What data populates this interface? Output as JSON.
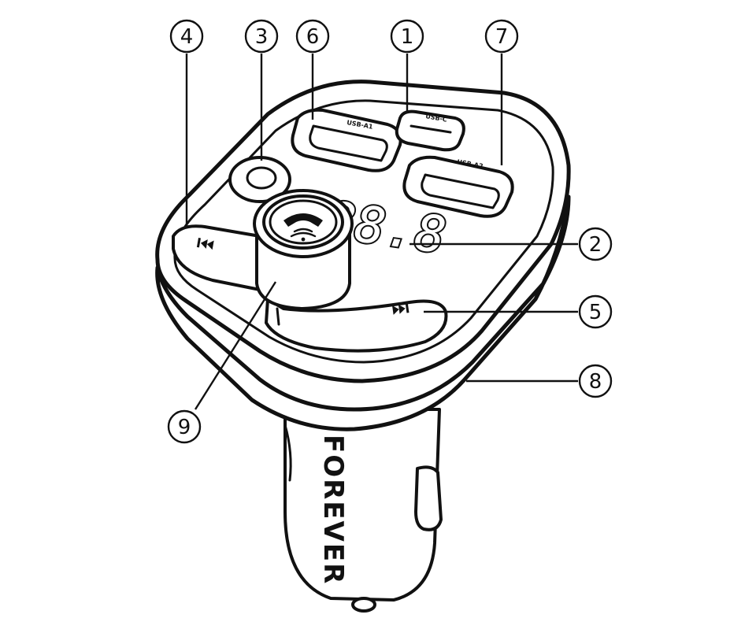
{
  "device": {
    "brand": "FOREVER",
    "display_reading": "88.8",
    "ports": {
      "usb_a1": "USB-A1",
      "usb_c": "USB-C",
      "usb_a2": "USB-A2"
    }
  },
  "callouts": [
    "1",
    "2",
    "3",
    "4",
    "5",
    "6",
    "7",
    "8",
    "9"
  ],
  "colors": {
    "ink": "#111111",
    "paper": "#ffffff"
  },
  "icons": [
    "prev-track-icon",
    "next-track-icon",
    "phone-icon",
    "forever-logo-icon"
  ]
}
